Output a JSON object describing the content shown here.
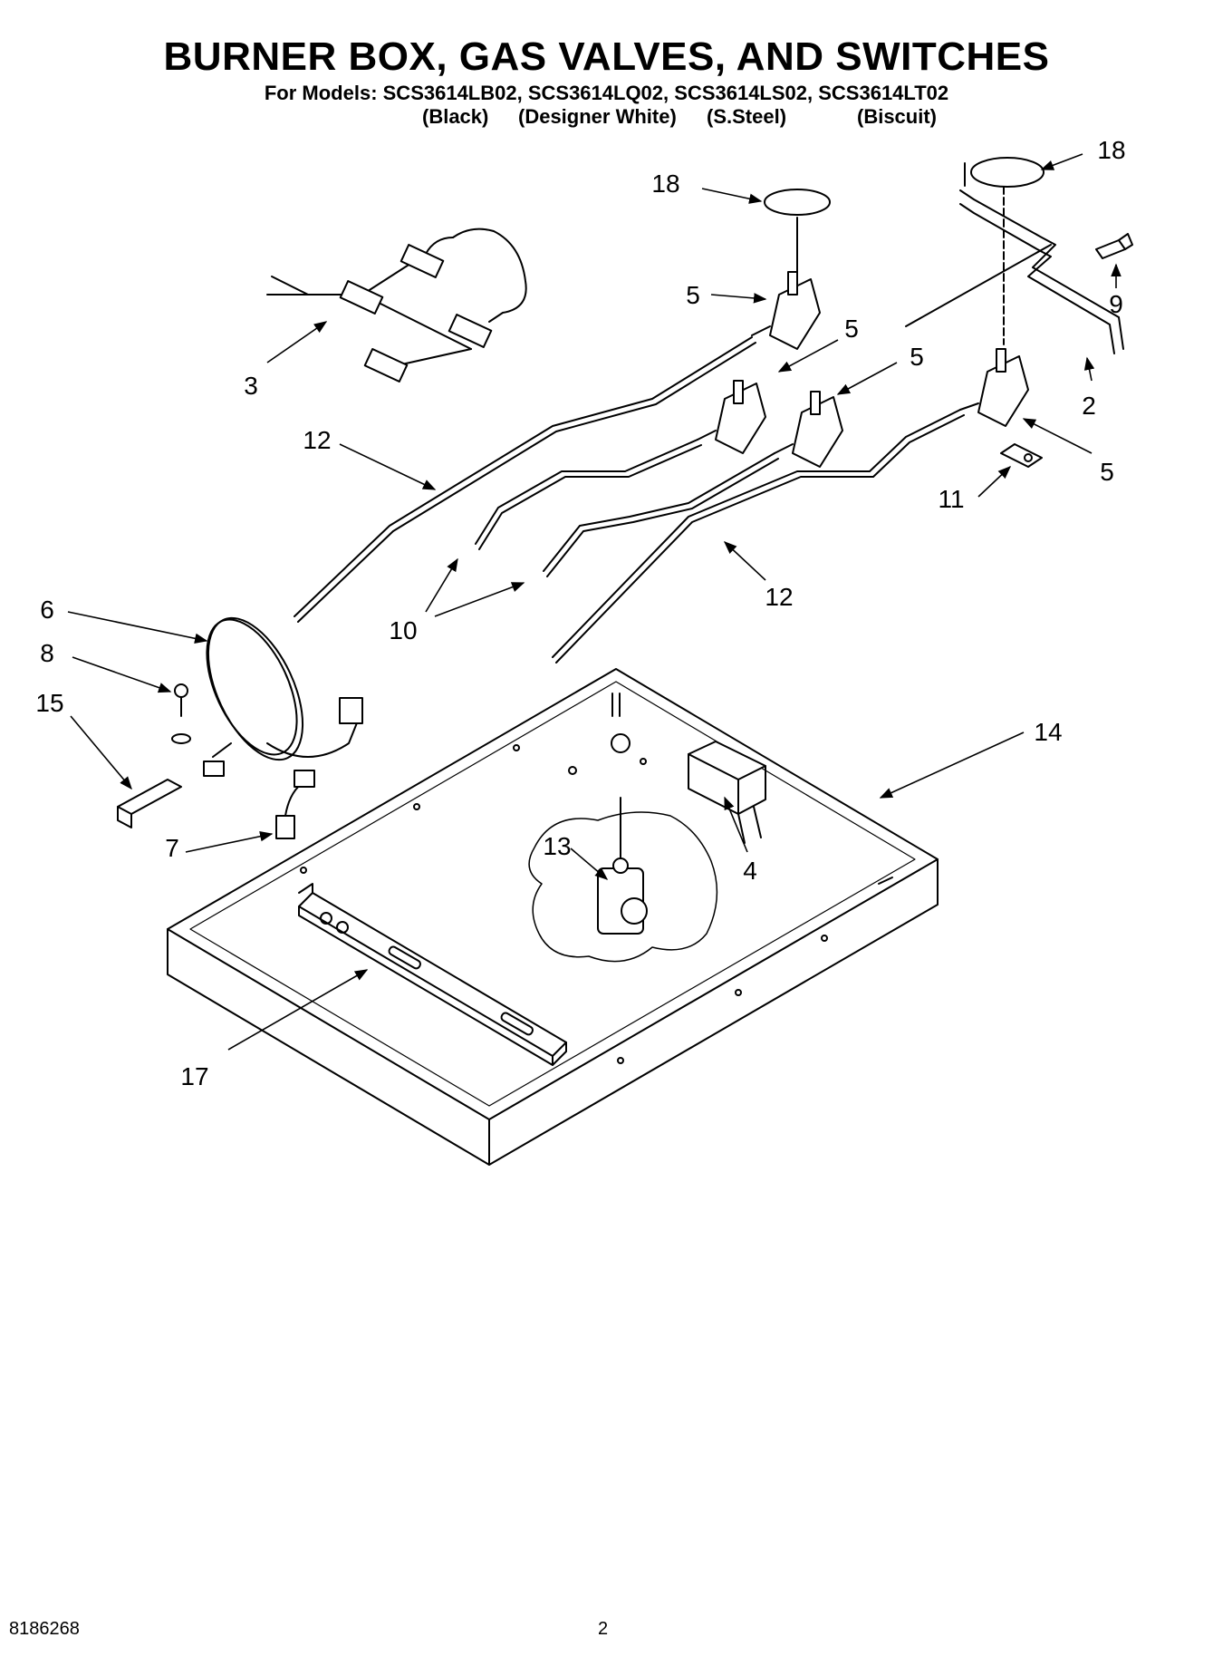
{
  "title": "BURNER BOX, GAS VALVES, AND SWITCHES",
  "models_line": "For Models: SCS3614LB02, SCS3614LQ02, SCS3614LS02, SCS3614LT02",
  "variants": [
    "(Black)",
    "(Designer White)",
    "(S.Steel)",
    "(Biscuit)"
  ],
  "callouts": [
    "18",
    "18",
    "5",
    "5",
    "5",
    "5",
    "9",
    "2",
    "3",
    "12",
    "11",
    "6",
    "8",
    "10",
    "12",
    "15",
    "14",
    "7",
    "13",
    "4",
    "17"
  ],
  "footer": {
    "doc_number": "8186268",
    "page_number": "2"
  }
}
